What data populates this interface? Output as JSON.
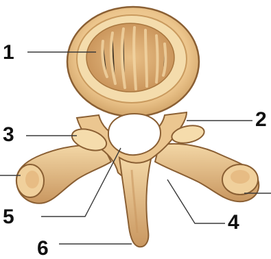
{
  "colors": {
    "bone_light": "#f2d6a4",
    "bone_mid": "#e2b47a",
    "bone_dark": "#b98a52",
    "bone_outline": "#8a5f33",
    "cancellous": "#d8aa6e",
    "foramen": "#ffffff",
    "label_text": "#111111",
    "leader_line": "#3a3a3a"
  },
  "labels": [
    {
      "id": "1",
      "text": "1"
    },
    {
      "id": "2",
      "text": "2"
    },
    {
      "id": "3",
      "text": "3"
    },
    {
      "id": "4",
      "text": "4"
    },
    {
      "id": "5",
      "text": "5"
    },
    {
      "id": "6",
      "text": "6"
    }
  ]
}
